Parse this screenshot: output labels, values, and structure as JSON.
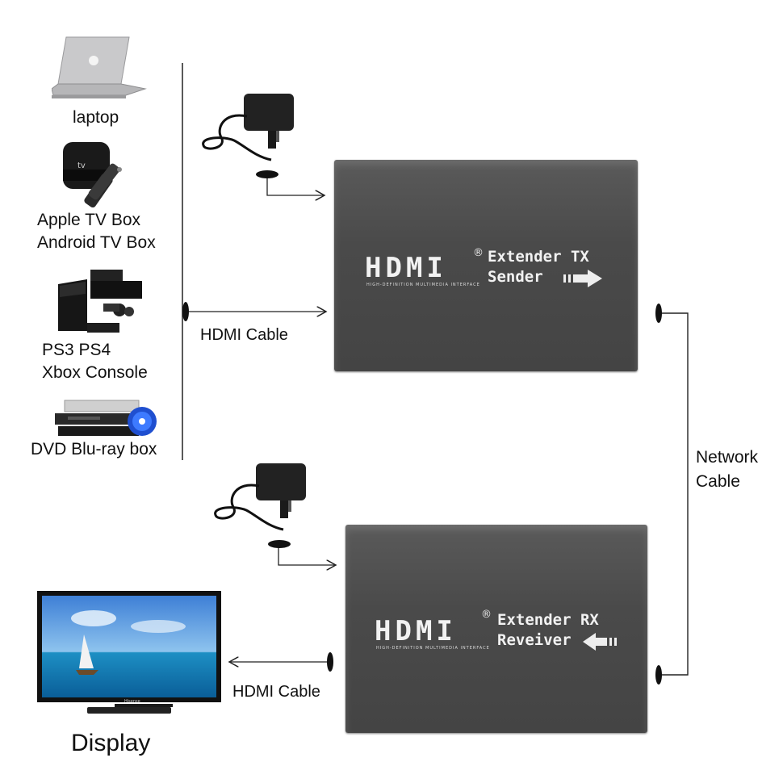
{
  "sources": {
    "laptop": "laptop",
    "apple_tv_line1": "Apple TV Box",
    "apple_tv_line2": "Android TV Box",
    "console_line1": "PS3 PS4",
    "console_line2": "Xbox Console",
    "dvd": "DVD Blu-ray box"
  },
  "cables": {
    "hdmi_top": "HDMI Cable",
    "hdmi_bottom": "HDMI Cable",
    "network_line1": "Network",
    "network_line2": "Cable"
  },
  "tx_box": {
    "logo": "HDMI",
    "logo_sub": "HIGH-DEFINITION MULTIMEDIA INTERFACE",
    "reg": "®",
    "line1": "Extender TX",
    "line2": "Sender"
  },
  "rx_box": {
    "logo": "HDMI",
    "logo_sub": "HIGH-DEFINITION MULTIMEDIA INTERFACE",
    "reg": "®",
    "line1": "Extender RX",
    "line2": "Reveiver"
  },
  "display": {
    "label": "Display",
    "tv_brand": "Hisense"
  },
  "colors": {
    "box": "#4a4a4a",
    "line": "#222222"
  }
}
